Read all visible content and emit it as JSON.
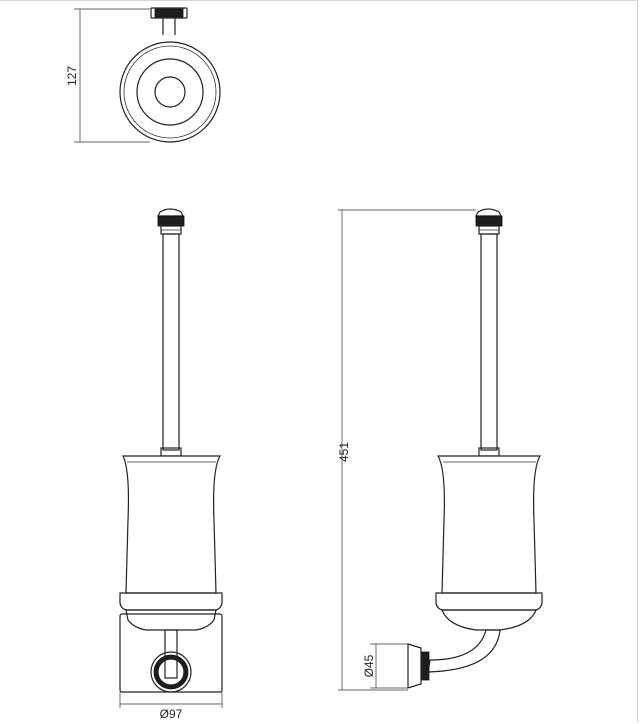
{
  "dimensions": {
    "top_view_depth": "127",
    "total_height": "451",
    "base_diameter": "Ø97",
    "wall_plate_diameter": "Ø45"
  },
  "colors": {
    "line": "#222222",
    "finial": "#1e1e1e",
    "background": "#ffffff"
  }
}
